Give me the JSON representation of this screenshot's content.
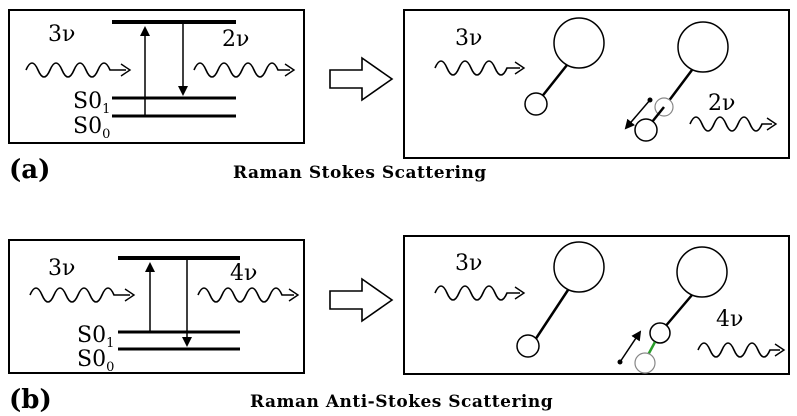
{
  "panel_a": {
    "tag": "(a)",
    "caption": "Raman Stokes Scattering",
    "incident_photon": "3ν",
    "scattered_photon": "2ν",
    "level_upper": "S0",
    "level_upper_sub": "1",
    "level_lower": "S0",
    "level_lower_sub": "0",
    "molecule_incident_photon": "3ν",
    "molecule_scattered_photon": "2ν"
  },
  "panel_b": {
    "tag": "(b)",
    "caption": "Raman Anti-Stokes Scattering",
    "incident_photon": "3ν",
    "scattered_photon": "4ν",
    "level_upper": "S0",
    "level_upper_sub": "1",
    "level_lower": "S0",
    "level_lower_sub": "0",
    "molecule_incident_photon": "3ν",
    "molecule_scattered_photon": "4ν"
  },
  "colors": {
    "bond_highlight": "#2a9d2a"
  }
}
